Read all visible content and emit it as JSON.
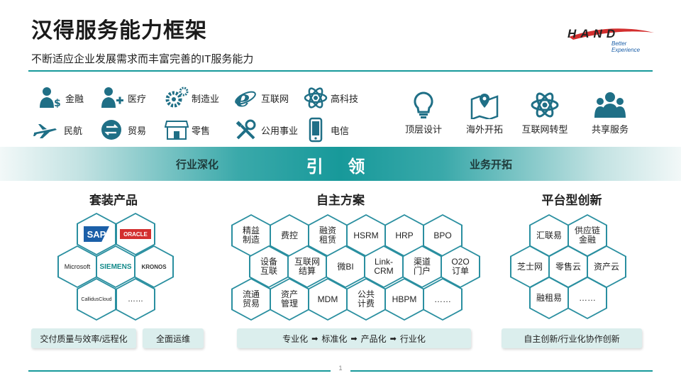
{
  "header": {
    "title": "汉得服务能力框架",
    "subtitle": "不断适应企业发展需求而丰富完善的IT服务能力",
    "logo_text": "HAND",
    "logo_tagline": "Better Experience"
  },
  "industries": {
    "row1": [
      {
        "icon": "finance-icon",
        "label": "金融"
      },
      {
        "icon": "medical-icon",
        "label": "医疗"
      },
      {
        "icon": "gears-icon",
        "label": "制造业"
      },
      {
        "icon": "internet-explorer-icon",
        "label": "互联网"
      },
      {
        "icon": "atom-icon",
        "label": "高科技"
      }
    ],
    "row2": [
      {
        "icon": "airplane-icon",
        "label": "民航"
      },
      {
        "icon": "exchange-icon",
        "label": "贸易"
      },
      {
        "icon": "store-icon",
        "label": "零售"
      },
      {
        "icon": "tools-icon",
        "label": "公用事业"
      },
      {
        "icon": "phone-icon",
        "label": "电信"
      }
    ]
  },
  "capabilities": [
    {
      "icon": "lightbulb-icon",
      "label": "顶层设计"
    },
    {
      "icon": "map-pin-icon",
      "label": "海外开拓"
    },
    {
      "icon": "atom-icon",
      "label": "互联网转型"
    },
    {
      "icon": "team-icon",
      "label": "共享服务"
    }
  ],
  "band": {
    "left": "行业深化",
    "center": "引 领",
    "right": "业务开拓"
  },
  "sections": {
    "packaged": {
      "title": "套装产品",
      "logos": [
        "SAP",
        "ORACLE",
        "Microsoft",
        "SIEMENS",
        "KRONOS",
        "CallidusCloud"
      ],
      "more": "……",
      "pills": [
        "交付质量与效率/远程化",
        "全面运维"
      ]
    },
    "solutions": {
      "title": "自主方案",
      "hexes": {
        "row1": [
          "精益\n制造",
          "费控",
          "融资\n租赁",
          "HSRM",
          "HRP",
          "BPO"
        ],
        "row2": [
          "设备\n互联",
          "互联网\n结算",
          "微BI",
          "Link-\nCRM",
          "渠道\n门户",
          "O2O\n订单"
        ],
        "row3": [
          "流通\n贸易",
          "资产\n管理",
          "MDM",
          "公共\n计费",
          "HBPM",
          "……"
        ]
      },
      "pill_steps": [
        "专业化",
        "标准化",
        "产品化",
        "行业化"
      ]
    },
    "platform": {
      "title": "平台型创新",
      "hexes": {
        "row1": [
          "汇联易",
          "供应链\n金融"
        ],
        "row2": [
          "芝士网",
          "零售云",
          "资产云"
        ],
        "row3": [
          "融租易",
          "……"
        ]
      },
      "pill": "自主创新/行业化协作创新"
    }
  },
  "footer": {
    "page": "1"
  },
  "colors": {
    "accent": "#17999a",
    "hex_border": "#2a8fa0",
    "pill_bg": "#dbeeed",
    "icon": "#1f6f86"
  }
}
